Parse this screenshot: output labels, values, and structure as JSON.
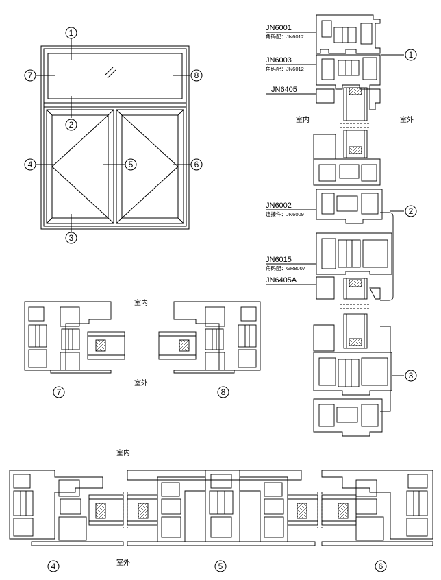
{
  "window_elevation": {
    "callouts": [
      {
        "id": "1",
        "label": "1"
      },
      {
        "id": "2",
        "label": "2"
      },
      {
        "id": "3",
        "label": "3"
      },
      {
        "id": "4",
        "label": "4"
      },
      {
        "id": "5",
        "label": "5"
      },
      {
        "id": "6",
        "label": "6"
      },
      {
        "id": "7",
        "label": "7"
      },
      {
        "id": "8",
        "label": "8"
      }
    ]
  },
  "vertical_section": {
    "profiles": [
      {
        "code": "JN6001",
        "note": "角码配：JN6012"
      },
      {
        "code": "JN6003",
        "note": "角码配：JN6012"
      },
      {
        "code": "JN6405",
        "note": ""
      },
      {
        "code": "JN6002",
        "note": "连接件：JN6009"
      },
      {
        "code": "JN6015",
        "note": "角码配：GR8007"
      },
      {
        "code": "JN6405A",
        "note": ""
      }
    ],
    "indoor": "室内",
    "outdoor": "室外",
    "section_numbers": [
      "1",
      "2",
      "3"
    ]
  },
  "section_78": {
    "indoor": "室内",
    "outdoor": "室外",
    "numbers": [
      "7",
      "8"
    ]
  },
  "section_456": {
    "indoor": "室内",
    "outdoor": "室外",
    "numbers": [
      "4",
      "5",
      "6"
    ]
  }
}
